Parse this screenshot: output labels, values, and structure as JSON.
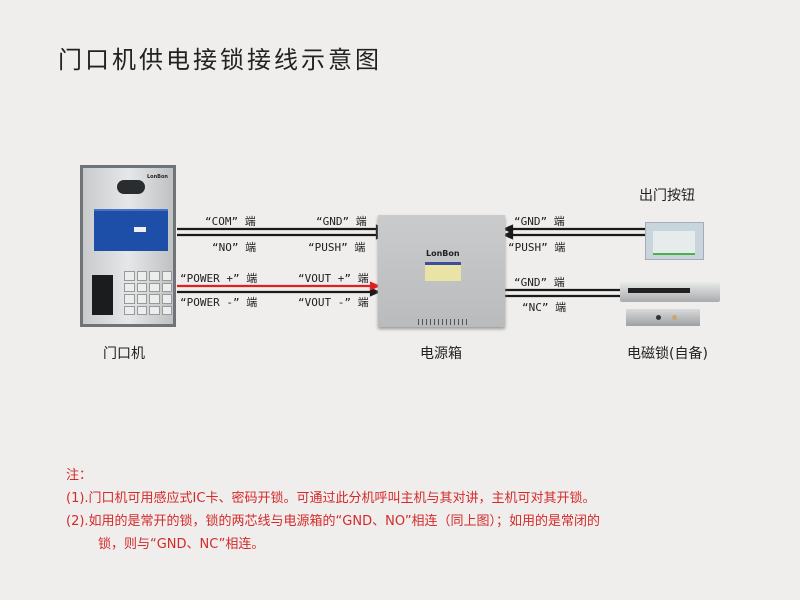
{
  "title": "门口机供电接锁接线示意图",
  "devices": {
    "door_unit": {
      "caption": "门口机",
      "brand": "LonBon"
    },
    "power_box": {
      "caption": "电源箱",
      "brand": "LonBon"
    },
    "exit_button": {
      "caption": "出门按钮"
    },
    "mag_lock": {
      "caption": "电磁锁(自备)"
    }
  },
  "labels": {
    "com": "“COM” 端",
    "no": "“NO” 端",
    "power_plus": "“POWER +” 端",
    "power_minus": "“POWER -” 端",
    "gnd_box": "“GND” 端",
    "push_box": "“PUSH” 端",
    "vout_plus": "“VOUT +” 端",
    "vout_minus": "“VOUT -” 端",
    "gnd_btn": "“GND” 端",
    "push_btn": "“PUSH” 端",
    "gnd_lock": "“GND” 端",
    "nc_lock": "“NC” 端"
  },
  "notes": {
    "heading": "注：",
    "line1": "(1).门口机可用感应式IC卡、密码开锁。可通过此分机呼叫主机与其对讲，主机可对其开锁。",
    "line2": "(2).如用的是常开的锁，锁的两芯线与电源箱的“GND、NO”相连（同上图）；如用的是常闭的",
    "line3": "锁，则与“GND、NC”相连。"
  },
  "colors": {
    "wire": "#1a1a1a",
    "power_wire": "#e02020",
    "note": "#d42a2a"
  }
}
